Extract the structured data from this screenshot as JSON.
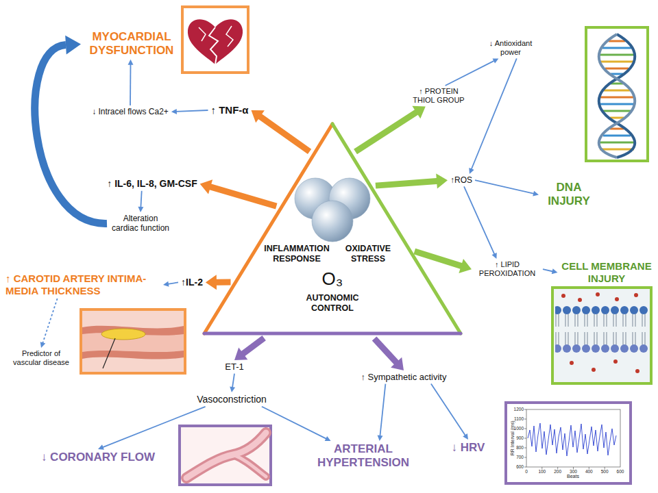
{
  "diagram": {
    "nodes": [
      {
        "text": [
          "INFLAMMATION RESPONSE",
          "OXIDATIVE STRESS",
          "O₃",
          "AUTONOMIC CONTROL"
        ]
      },
      {
        "text": [
          "↑ TNF-α"
        ]
      },
      {
        "text": [
          "↓ Intracel flows Ca2+"
        ]
      },
      {
        "text": [
          "MYOCARDIAL DYSFUNCTION"
        ]
      },
      {
        "text": [
          "↑ IL-6, IL-8, GM-CSF"
        ]
      },
      {
        "text": [
          "Alteration cardiac function"
        ]
      },
      {
        "text": [
          "↑IL-2"
        ]
      },
      {
        "text": [
          "↑ CAROTID ARTERY INTIMA-MEDIA THICKNESS"
        ]
      },
      {
        "text": [
          "Predictor of vascular disease"
        ]
      },
      {
        "text": [
          "↑ PROTEIN THIOL GROUP"
        ]
      },
      {
        "text": [
          "↓ Antioxidant power"
        ]
      },
      {
        "text": [
          "↑ROS"
        ]
      },
      {
        "text": [
          "DNA INJURY"
        ]
      },
      {
        "text": [
          "↑ LIPID PEROXIDATION"
        ]
      },
      {
        "text": [
          "CELL MEMBRANE INJURY"
        ]
      },
      {
        "text": [
          "ET-1"
        ]
      },
      {
        "text": [
          "Vasoconstriction"
        ]
      },
      {
        "text": [
          "↑ Sympathetic activity"
        ]
      },
      {
        "text": [
          "↓ CORONARY FLOW"
        ]
      },
      {
        "text": [
          "ARTERIAL HYPERTENSION"
        ]
      },
      {
        "text": [
          "↓ HRV"
        ]
      }
    ],
    "edges": [
      {
        "from": 0,
        "to": 1,
        "arrow": "to"
      },
      {
        "from": 1,
        "to": 2,
        "arrow": "to"
      },
      {
        "from": 2,
        "to": 3,
        "arrow": "to"
      },
      {
        "from": 0,
        "to": 4,
        "arrow": "to"
      },
      {
        "from": 4,
        "to": 5,
        "arrow": "to"
      },
      {
        "from": 5,
        "to": 3,
        "arrow": "to"
      },
      {
        "from": 0,
        "to": 6,
        "arrow": "to"
      },
      {
        "from": 6,
        "to": 7,
        "arrow": "to"
      },
      {
        "from": 7,
        "to": 8,
        "arrow": "to"
      },
      {
        "from": 0,
        "to": 9,
        "arrow": "to"
      },
      {
        "from": 9,
        "to": 10,
        "arrow": "to"
      },
      {
        "from": 10,
        "to": 11,
        "arrow": "to"
      },
      {
        "from": 0,
        "to": 11,
        "arrow": "to"
      },
      {
        "from": 11,
        "to": 12,
        "arrow": "to"
      },
      {
        "from": 11,
        "to": 13,
        "arrow": "to"
      },
      {
        "from": 0,
        "to": 13,
        "arrow": "to"
      },
      {
        "from": 13,
        "to": 14,
        "arrow": "to"
      },
      {
        "from": 0,
        "to": 15,
        "arrow": "to"
      },
      {
        "from": 15,
        "to": 16,
        "arrow": "to"
      },
      {
        "from": 0,
        "to": 17,
        "arrow": "to"
      },
      {
        "from": 16,
        "to": 18,
        "arrow": "to"
      },
      {
        "from": 16,
        "to": 19,
        "arrow": "to"
      },
      {
        "from": 17,
        "to": 19,
        "arrow": "to"
      },
      {
        "from": 17,
        "to": 20,
        "arrow": "to"
      }
    ],
    "labels": [
      "RR Interval (ms)",
      "Beats",
      "1200",
      "1100",
      "1000",
      "900",
      "800",
      "700",
      "600",
      "0",
      "100",
      "200",
      "300",
      "400",
      "500",
      "600"
    ]
  }
}
